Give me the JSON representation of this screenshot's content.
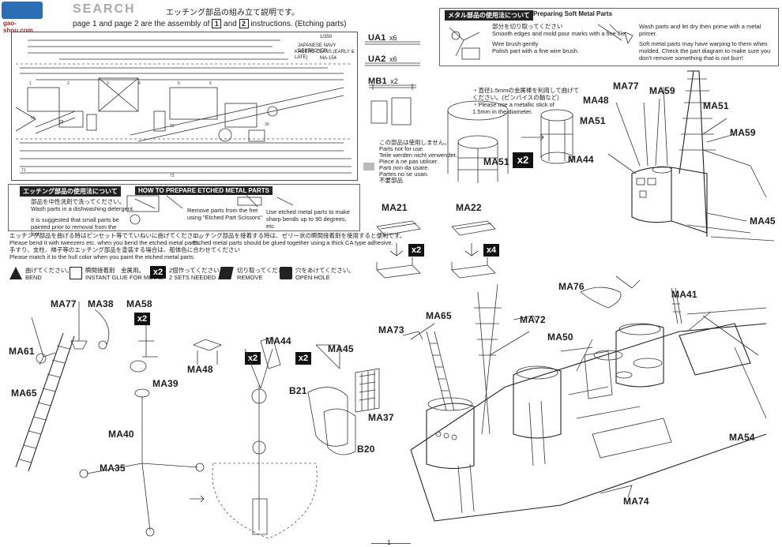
{
  "watermark": {
    "site": "SEARCH",
    "url": "gao-shou.com"
  },
  "header": {
    "jp_title": "エッチング部品の組み立て説明です。",
    "en_line": "page 1 and page 2 are the assembly of",
    "ref1": "1",
    "ref2": "2",
    "instructions_suffix": "instructions. (Etching parts)"
  },
  "sheet": {
    "scale": "1/350",
    "title_line1": "JAPANESE NAVY DESTROYER",
    "title_line2": "KAGERO CLASS (EARLY & LATE)",
    "code": "MA-154"
  },
  "sprue_parts": [
    {
      "label": "UA1",
      "qty": "x6"
    },
    {
      "label": "UA2",
      "qty": "x6"
    },
    {
      "label": "MB1",
      "qty": "x2"
    }
  ],
  "legend_note": {
    "lines": [
      "この部品は使用しません。",
      "Parts not for use.",
      "Teile werden nicht verwendet.",
      "Piece à ne pas utiliser.",
      "Parti non da usare.",
      "Partes no se usan.",
      "不要部品"
    ]
  },
  "etching_howto": {
    "jp_header": "エッチング部品の使用法について",
    "en_header": "HOW TO PREPARE ETCHED METAL PARTS",
    "steps": [
      "部品を中性洗剤で洗ってください。",
      "Wash parts in a dishwashing detergent.",
      "It is suggested that small parts be painted prior to removal from the fret.",
      "Remove parts from the fret using \"Etched Part Scissors\"",
      "Use etched metal parts to make sharp bends up to 90 degrees, etc."
    ]
  },
  "general_notes": [
    "エッチング部品を曲げる時はピンセット等でていねいに曲げてください。",
    "Please bend it with tweezers etc. when you bend the etched metal parts.",
    "エッチング部品を接着する時は、ゼリー状の瞬間接着剤を使用すると便利です。",
    "Etched metal parts should be glued together using a thick CA type adhesive.",
    "手すり、支柱、梯子等のエッチング部品を塗装する場合は、船体色に合わせてください",
    "Please match it to the hull color when you paint the etched metal parts."
  ],
  "symbols": [
    {
      "name": "bend",
      "jp": "曲げてください。",
      "en": "BEND"
    },
    {
      "name": "glue",
      "jp": "瞬間接着剤　金属用。",
      "en": "INSTANT GLUE FOR METAL"
    },
    {
      "name": "x2",
      "jp": "2個作ってください。",
      "en": "2 SETS NEEDED",
      "qty": "x2"
    },
    {
      "name": "remove",
      "jp": "切り取ってください。",
      "en": "REMOVE"
    },
    {
      "name": "open-hole",
      "jp": "穴をあけてください。",
      "en": "OPEN HOLE"
    }
  ],
  "soft_metal": {
    "jp_header": "メタル部品の使用法について",
    "en_header": "Preparing Soft Metal Parts",
    "steps": [
      "部分を切り取ってください",
      "Smooth edges and mold pour marks with a fine file.",
      "Wire brush gently",
      "Polish part with a fine wire brush.",
      "Wash parts and let dry then prime with a metal primer.",
      "Soft metal parts may have warping to them when molded. Check the part diagram to make sure you don't remove something that is not burr!"
    ]
  },
  "stick_note": {
    "jp": "・直径1.5mmの金属棒を利用して曲げてください。(ピンバイスの軸など)",
    "en1": "・Please use a metallic stick of",
    "en2": "1.5mm in the diameter."
  },
  "callouts": {
    "ma51_big": "MA51",
    "ma51_qty": "x2",
    "ma21": "MA21",
    "ma21_qty": "x2",
    "ma22": "MA22",
    "ma22_qty": "x4",
    "ma77_top": "MA77",
    "ma48_top": "MA48",
    "ma59_top": "MA59",
    "ma51_top_l": "MA51",
    "ma51_top_r": "MA51",
    "ma59_right": "MA59",
    "ma44_top": "MA44",
    "ma45_top": "MA45",
    "ma77": "MA77",
    "ma38": "MA38",
    "ma58": "MA58",
    "ma58_qty": "x2",
    "ma61": "MA61",
    "ma65_left": "MA65",
    "ma39": "MA39",
    "ma40": "MA40",
    "ma35": "MA35",
    "ma48": "MA48",
    "ma44": "MA44",
    "ma44_qty": "x2",
    "ma45": "MA45",
    "ma45_qty": "x2",
    "b21": "B21",
    "ma37": "MA37",
    "b20": "B20",
    "ma65": "MA65",
    "ma73": "MA73",
    "ma72": "MA72",
    "ma50": "MA50",
    "ma76": "MA76",
    "ma41": "MA41",
    "ma54": "MA54",
    "ma74": "MA74"
  },
  "page_number": "1"
}
